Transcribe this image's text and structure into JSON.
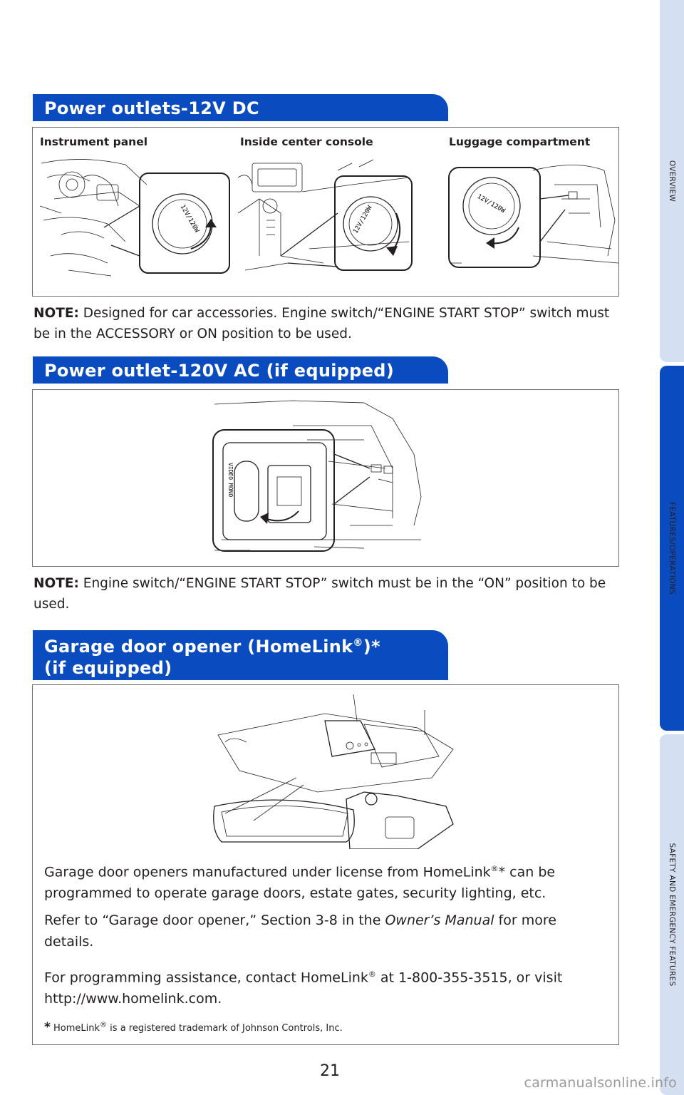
{
  "side_tabs": [
    "OVERVIEW",
    "FEATURES/OPERATIONS",
    "SAFETY AND EMERGENCY FEATURES"
  ],
  "section1": {
    "title": "Power outlets-12V DC",
    "captions": [
      "Instrument panel",
      "Inside center console",
      "Luggage compartment"
    ],
    "outlet_label": "12V/120W",
    "note_label": "NOTE:",
    "note_text": " Designed for car accessories. Engine switch/“ENGINE START STOP” switch must be in the ACCESSORY or ON position to be used."
  },
  "section2": {
    "title": "Power outlet-120V AC (if equipped)",
    "panel_label": "VIDEO MONO",
    "note_label": "NOTE:",
    "note_text": " Engine switch/“ENGINE START STOP” switch must be in the “ON” position to be used."
  },
  "section3": {
    "title_line1": "Garage door opener (HomeLink",
    "title_reg": "®",
    "title_after": ")*",
    "title_line2": "(if equipped)",
    "p1_a": "Garage door openers manufactured under license from HomeLink",
    "p1_reg": "®",
    "p1_b": "* can be programmed to operate garage doors, estate gates, security lighting, etc.",
    "p2_a": "Refer to “Garage door opener,” Section 3-8 in the ",
    "p2_em": "Owner’s Manual",
    "p2_b": " for more details.",
    "p3_a": "For programming assistance, contact HomeLink",
    "p3_reg": "®",
    "p3_b": " at 1-800-355-3515, or visit http://www.homelink.com.",
    "foot_star": "*",
    "foot_a": " HomeLink",
    "foot_reg": "®",
    "foot_b": " is a registered trademark of Johnson Controls, Inc."
  },
  "page_number": "21",
  "watermark": "carmanualsonline.info",
  "colors": {
    "accent": "#0a4cbf",
    "tab_light": "#d4dff2",
    "border": "#6d6e71"
  }
}
